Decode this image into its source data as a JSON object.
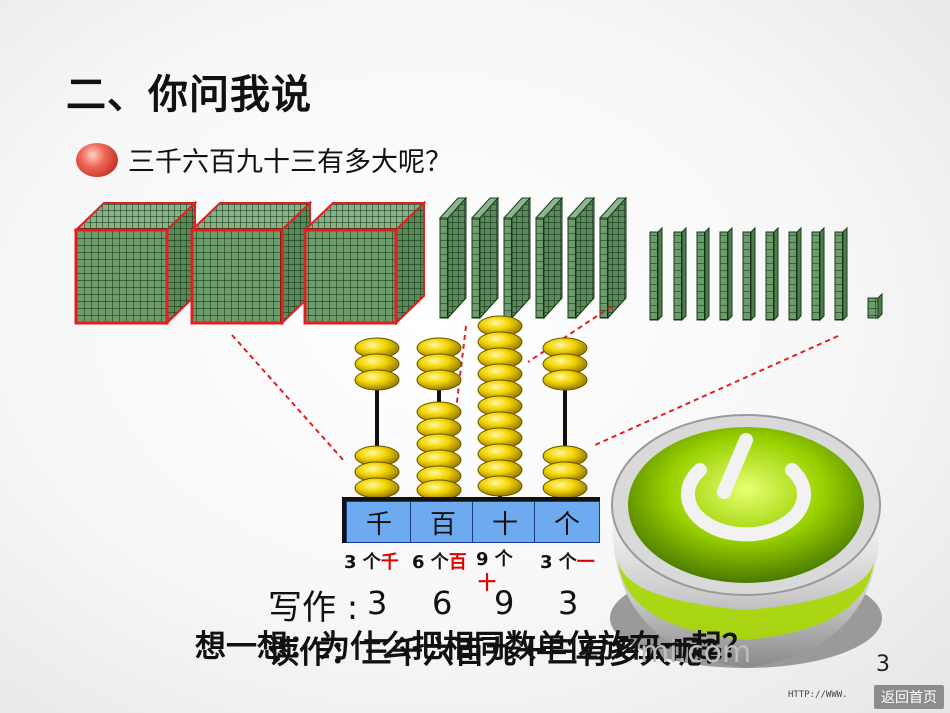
{
  "title": "二、你问我说",
  "question": "三千六百九十三有多大呢？",
  "place_labels": [
    "千",
    "百",
    "十",
    "个"
  ],
  "counts": [
    {
      "num": "3 个",
      "unit": "千"
    },
    {
      "num": "6 个",
      "unit": "百"
    },
    {
      "num": "9 个",
      "unit": "十"
    },
    {
      "num": "3 个",
      "unit": "一"
    }
  ],
  "written": {
    "label": "写作 :",
    "digits": [
      "3",
      "6",
      "9",
      "3"
    ]
  },
  "bottom_line1": "想一想：为什么把相同数单位放在一起？",
  "bottom_line2": "读作：三千六百九十三有多大呢？",
  "watermark": "mi.com",
  "page_number": "3",
  "url_badge": "HTTP://WWW.",
  "home_button": "返回首页",
  "abacus": {
    "bead_counts": [
      3,
      6,
      9,
      3
    ]
  },
  "colors": {
    "frame": "#e02020",
    "cube": "#6a9a6a",
    "label_bg": "#6eaaf0",
    "bead": "#f0d000",
    "dashed": "#e02020"
  }
}
